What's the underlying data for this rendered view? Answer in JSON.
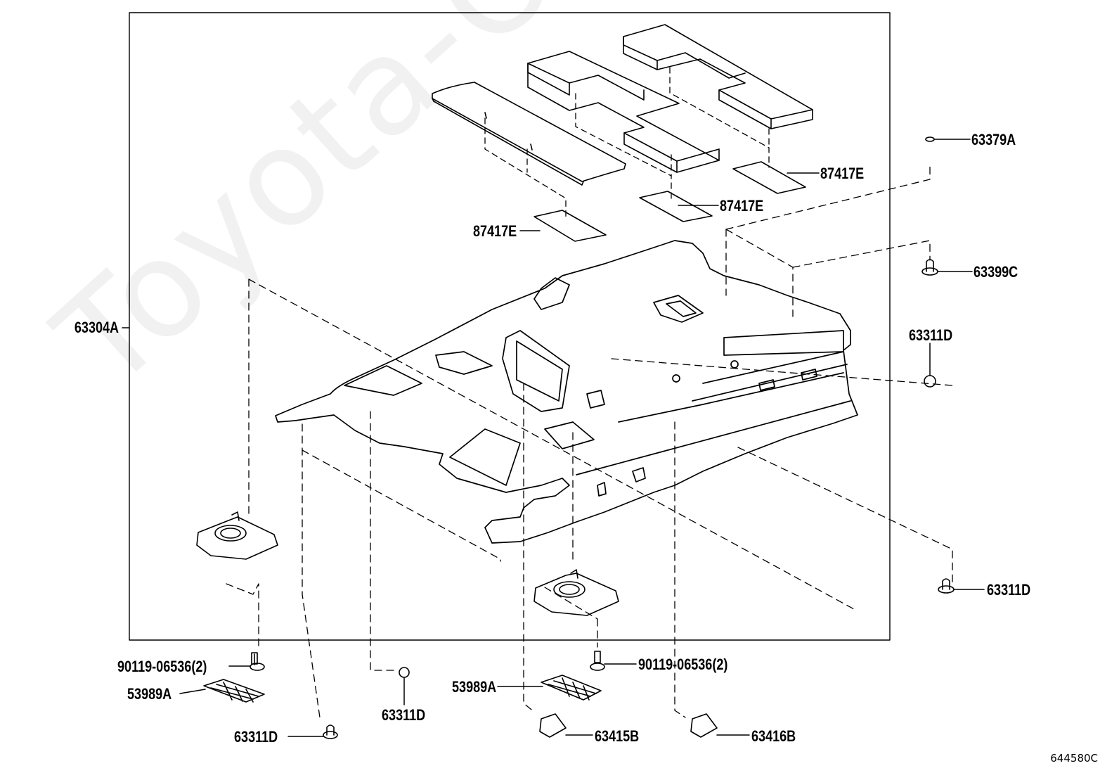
{
  "watermark": "Toyota-Online.ru",
  "figure_id": "644580C",
  "diagram_title": "Headlining / roof trim exploded view",
  "colors": {
    "line": "#000000",
    "watermark": "#f1f1f1",
    "background": "#ffffff"
  },
  "callouts": {
    "main_assembly": "63304A",
    "pad_left": "87417E",
    "pad_middle": "87417E",
    "pad_right": "87417E",
    "washer_top_right": "63379A",
    "clip_right": "63399C",
    "clip_right_mid": "63311D",
    "clip_right_low": "63311D",
    "bolt_left": "90119-06536(2)",
    "grille_left": "53989A",
    "clip_bottom_left": "63311D",
    "clip_bottom_mid": "63311D",
    "grille_mid": "53989A",
    "bolt_mid": "90119-06536(2)",
    "lamp_left": "63415B",
    "lamp_right": "63416B"
  }
}
